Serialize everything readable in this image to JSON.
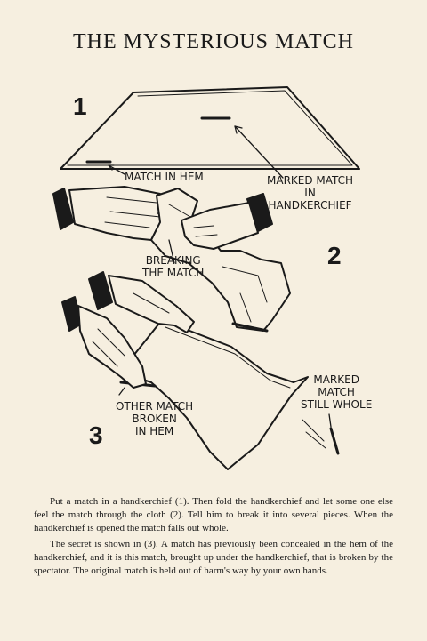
{
  "title": "THE MYSTERIOUS MATCH",
  "figure_numbers": {
    "one": "1",
    "two": "2",
    "three": "3"
  },
  "labels": {
    "match_in_hem": "MATCH IN HEM",
    "marked_match_1": "MARKED MATCH",
    "marked_match_2": "IN",
    "marked_match_3": "HANDKERCHIEF",
    "breaking_1": "BREAKING",
    "breaking_2": "THE MATCH",
    "other_1": "OTHER MATCH",
    "other_2": "BROKEN",
    "other_3": "IN HEM",
    "still_1": "MARKED",
    "still_2": "MATCH",
    "still_3": "STILL WHOLE"
  },
  "paragraphs": [
    "Put a match in a handkerchief (1). Then fold the handkerchief and let some one else feel the match through the cloth (2). Tell him to break it into several pieces. When the handkerchief is opened the match falls out whole.",
    "The secret is shown in (3). A match has previously been concealed in the hem of the handkerchief, and it is this match, brought up under the handkerchief, that is broken by the spectator. The original match is held out of harm's way by your own hands."
  ]
}
